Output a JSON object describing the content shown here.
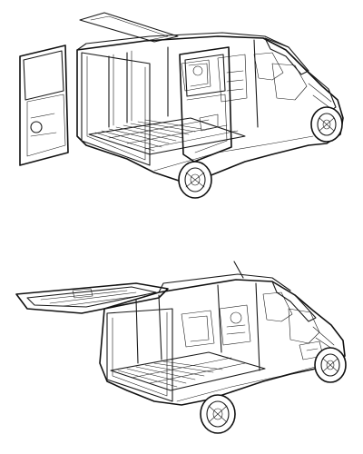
{
  "diagram": {
    "views": [
      {
        "id": "top",
        "subject": "van-rear-open-doors-and-side-door"
      },
      {
        "id": "bottom",
        "subject": "van-rear-open-tailgate-interior"
      }
    ]
  },
  "colors": {
    "line": "#1a1a1a",
    "background": "#ffffff"
  }
}
